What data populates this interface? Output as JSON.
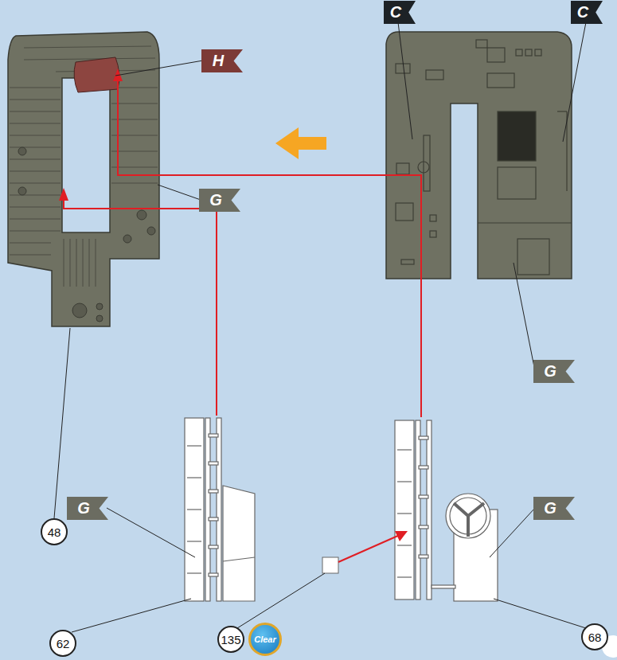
{
  "diagram": {
    "nodes": [
      {
        "text": [
          "C"
        ]
      },
      {
        "text": [
          "C"
        ]
      },
      {
        "text": [
          "H"
        ]
      },
      {
        "text": [
          "G"
        ]
      },
      {
        "text": [
          "G"
        ]
      },
      {
        "text": [
          "48"
        ]
      },
      {
        "text": [
          "G"
        ]
      },
      {
        "text": [
          "G"
        ]
      },
      {
        "text": [
          "62"
        ]
      },
      {
        "text": [
          "135"
        ]
      },
      {
        "text": [
          "Clear"
        ]
      },
      {
        "text": [
          "68"
        ]
      }
    ]
  }
}
